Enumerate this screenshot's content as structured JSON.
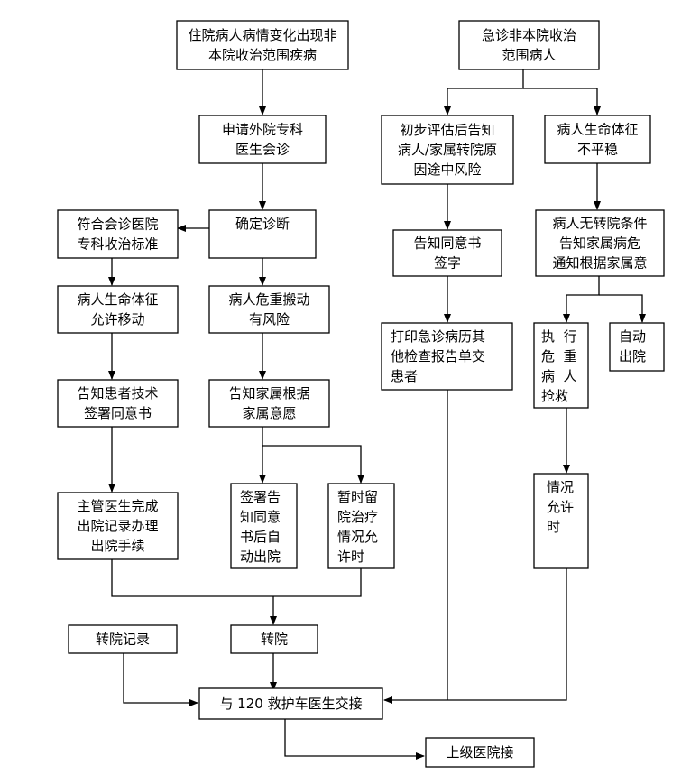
{
  "title": "病人转院流程图",
  "nodes": {
    "n1": [
      "住院病人病情变化出现非",
      "本院收治范围疾病"
    ],
    "n2": [
      "申请外院专科",
      "医生会诊"
    ],
    "n3": [
      "确定诊断"
    ],
    "n4": [
      "符合会诊医院",
      "专科收治标准"
    ],
    "n5": [
      "病人生命体征",
      "允许移动"
    ],
    "n6": [
      "病人危重搬动",
      "有风险"
    ],
    "n7": [
      "告知患者技术",
      "签署同意书"
    ],
    "n8": [
      "告知家属根据",
      "家属意愿"
    ],
    "n9": [
      "主管医生完成",
      "出院记录办理",
      "出院手续"
    ],
    "n10": [
      "签署告",
      "知同意",
      "书后自",
      "动出院"
    ],
    "n11": [
      "暂时留",
      "院治疗",
      "情况允",
      "许时"
    ],
    "n12": [
      "转院记录"
    ],
    "n13": [
      "转院"
    ],
    "n14": [
      "与 120 救护车医生交接"
    ],
    "n15": [
      "上级医院接"
    ],
    "e1": [
      "急诊非本院收治",
      "范围病人"
    ],
    "e2": [
      "初步评估后告知",
      "病人/家属转院原",
      "因途中风险"
    ],
    "e3": [
      "病人生命体征",
      "不平稳"
    ],
    "e4": [
      "告知同意书",
      "签字"
    ],
    "e5": [
      "病人无转院条件",
      "告知家属病危",
      "通知根据家属意"
    ],
    "e6": [
      "打印急诊病历其",
      "他检查报告单交",
      "患者"
    ],
    "e7": [
      "执  行",
      "危  重",
      "病  人",
      "抢救"
    ],
    "e8": [
      "自动",
      "出院"
    ],
    "e9": [
      "情况",
      "允许",
      "时"
    ]
  }
}
